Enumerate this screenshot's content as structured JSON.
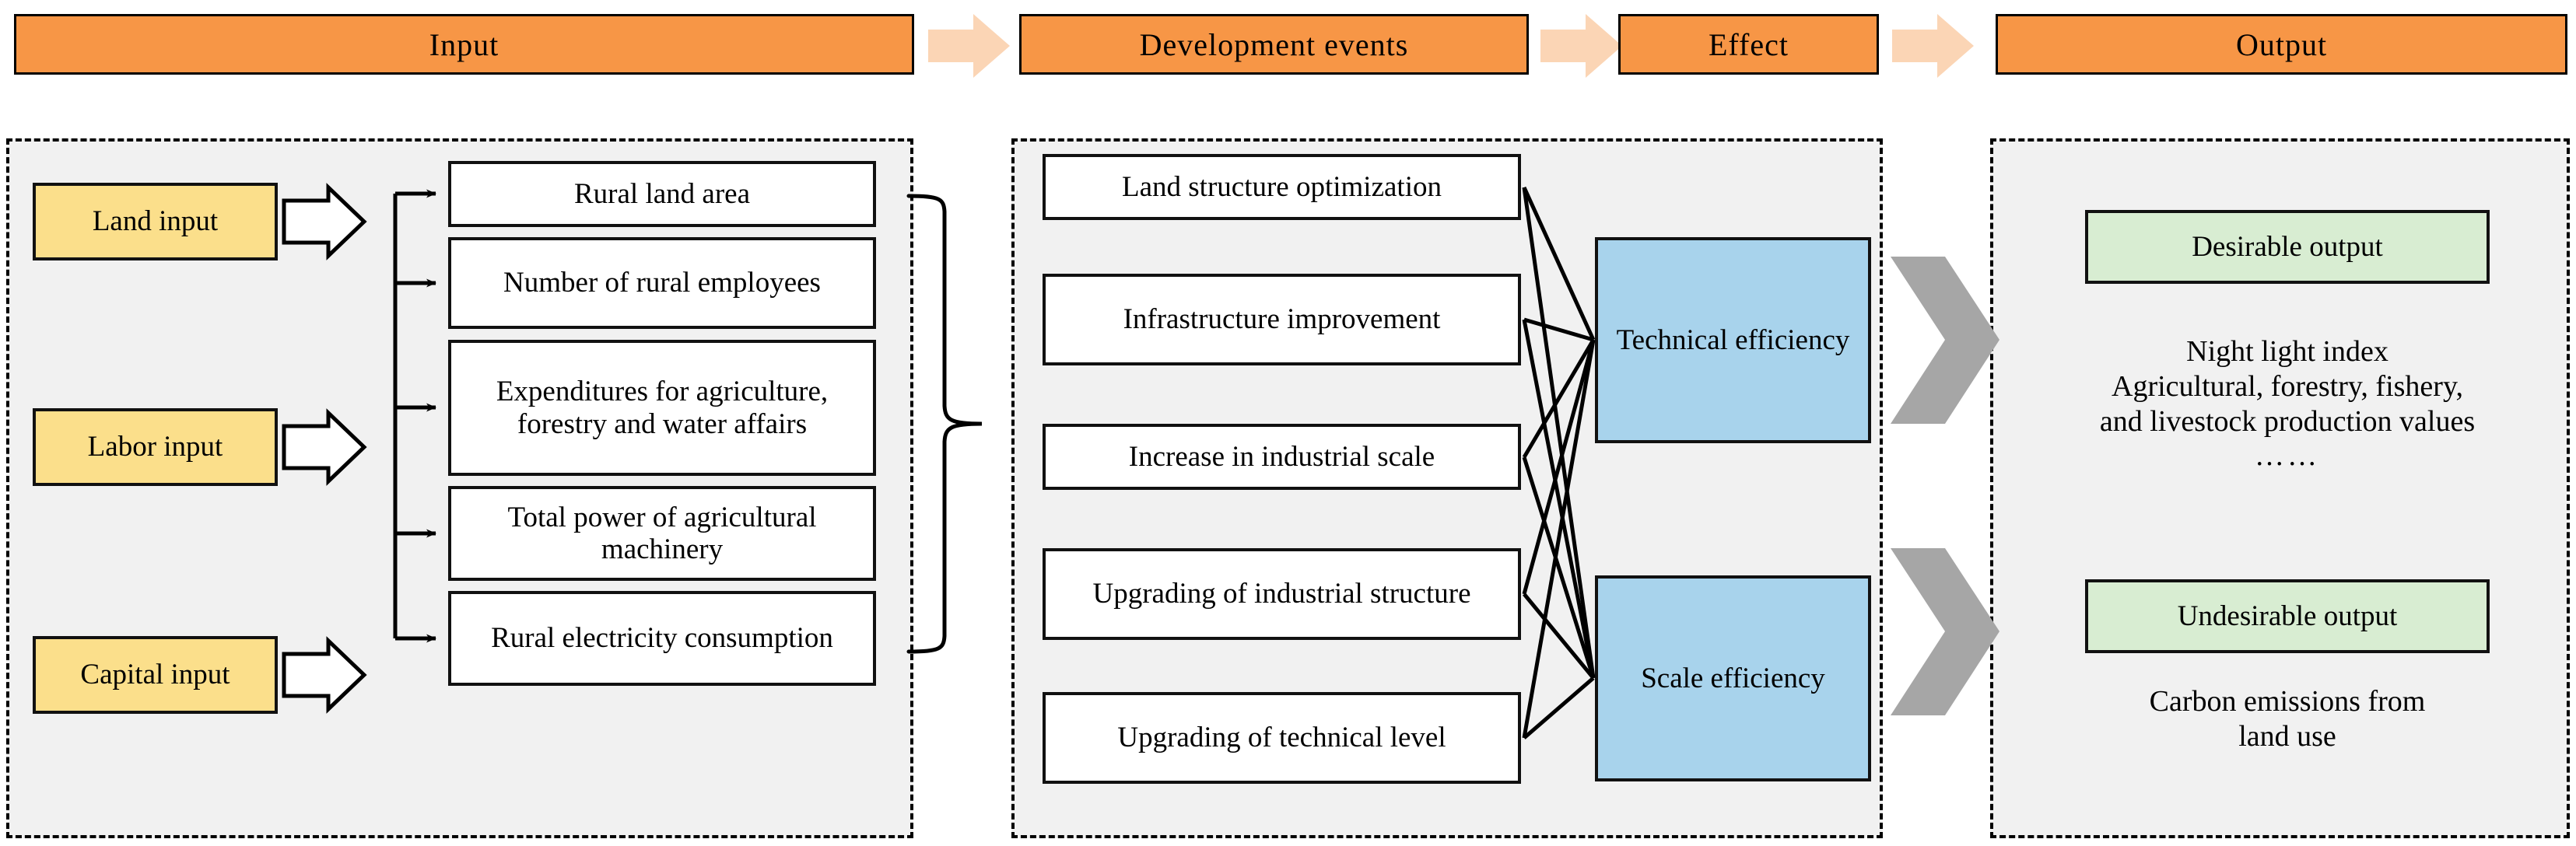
{
  "header": {
    "stages": [
      {
        "label": "Input",
        "name": "stage-input"
      },
      {
        "label": "Development events",
        "name": "stage-development-events"
      },
      {
        "label": "Effect",
        "name": "stage-effect"
      },
      {
        "label": "Output",
        "name": "stage-output"
      }
    ],
    "arrow_icon": "right-arrow-icon"
  },
  "input_panel": {
    "categories": [
      {
        "label": "Land input"
      },
      {
        "label": "Labor  input"
      },
      {
        "label": "Capital  input"
      }
    ],
    "indicators": [
      {
        "label": "Rural land area"
      },
      {
        "label": "Number of rural employees"
      },
      {
        "label": "Expenditures for agriculture, forestry and water affairs"
      },
      {
        "label": "Total power of agricultural machinery"
      },
      {
        "label": "Rural electricity consumption"
      }
    ],
    "arrow_icon": "block-arrow-icon",
    "brace_icon": "right-brace-icon"
  },
  "development_panel": {
    "events": [
      {
        "label": "Land structure optimization"
      },
      {
        "label": "Infrastructure improvement"
      },
      {
        "label": "Increase in industrial scale"
      },
      {
        "label": "Upgrading of industrial structure"
      },
      {
        "label": "Upgrading of technical level"
      }
    ]
  },
  "effect_panel": {
    "efficiencies": [
      {
        "label": "Technical efficiency"
      },
      {
        "label": "Scale efficiency"
      }
    ],
    "chevron_icon": "chevron-right-icon"
  },
  "output_panel": {
    "groups": [
      {
        "title": "Desirable  output",
        "lines": [
          "Night light index",
          "Agricultural, forestry, fishery,",
          "and livestock production values",
          "……"
        ]
      },
      {
        "title": "Undesirable  output",
        "lines": [
          "Carbon emissions from",
          "land use"
        ]
      }
    ]
  },
  "colors": {
    "header_orange": "#F79646",
    "band_arrow_peach": "#FBD5B5",
    "category_yellow": "#FBDF8B",
    "efficiency_blue": "#A8D3EC",
    "output_green": "#D8EDD2",
    "panel_gray": "#F1F1F1",
    "chevron_gray": "#A6A6A6",
    "stroke_black": "#000000"
  }
}
